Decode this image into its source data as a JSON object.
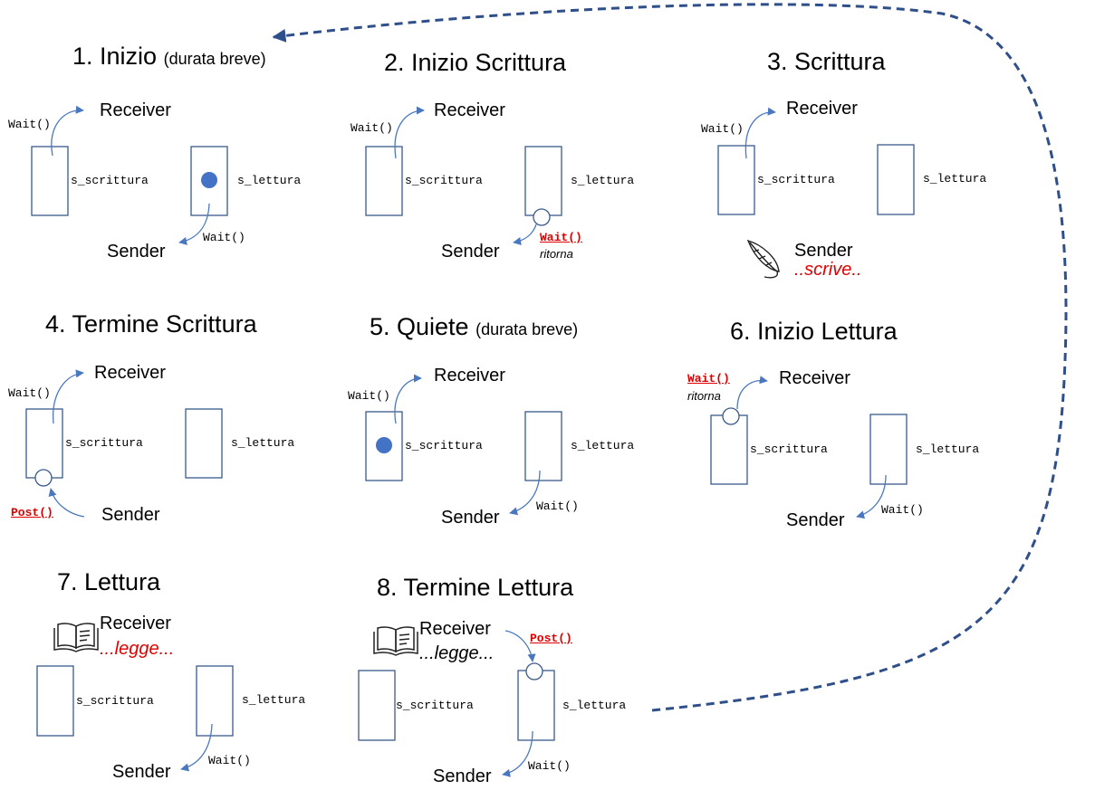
{
  "colors": {
    "stroke": "#3a5a8c",
    "arrow": "#4a78c0",
    "token": "#4472c4",
    "dashed": "#2f4f8a",
    "highlight": "#e00000"
  },
  "icons": [
    "feather-icon",
    "book-icon"
  ],
  "steps": {
    "s1": {
      "title": "1. Inizio",
      "note": "(durata breve)",
      "receiver": "Receiver",
      "sender": "Sender",
      "rwait": "Wait()",
      "swait": "Wait()",
      "sem1": "s_scrittura",
      "sem2": "s_lettura"
    },
    "s2": {
      "title": "2. Inizio Scrittura",
      "receiver": "Receiver",
      "sender": "Sender",
      "rwait": "Wait()",
      "swait": "Wait()",
      "ritorna": "ritorna",
      "sem1": "s_scrittura",
      "sem2": "s_lettura"
    },
    "s3": {
      "title": "3. Scrittura",
      "receiver": "Receiver",
      "sender": "Sender",
      "scrive": "..scrive..",
      "rwait": "Wait()",
      "sem1": "s_scrittura",
      "sem2": "s_lettura"
    },
    "s4": {
      "title": "4. Termine Scrittura",
      "receiver": "Receiver",
      "sender": "Sender",
      "rwait": "Wait()",
      "post": "Post()",
      "sem1": "s_scrittura",
      "sem2": "s_lettura"
    },
    "s5": {
      "title": "5. Quiete",
      "note": "(durata breve)",
      "receiver": "Receiver",
      "sender": "Sender",
      "rwait": "Wait()",
      "swait": "Wait()",
      "sem1": "s_scrittura",
      "sem2": "s_lettura"
    },
    "s6": {
      "title": "6. Inizio Lettura",
      "receiver": "Receiver",
      "sender": "Sender",
      "rwait": "Wait()",
      "ritorna": "ritorna",
      "swait": "Wait()",
      "sem1": "s_scrittura",
      "sem2": "s_lettura"
    },
    "s7": {
      "title": "7. Lettura",
      "receiver": "Receiver",
      "legge": "...legge...",
      "sender": "Sender",
      "swait": "Wait()",
      "sem1": "s_scrittura",
      "sem2": "s_lettura"
    },
    "s8": {
      "title": "8. Termine Lettura",
      "receiver": "Receiver",
      "legge": "...legge...",
      "sender": "Sender",
      "post": "Post()",
      "swait": "Wait()",
      "sem1": "s_scrittura",
      "sem2": "s_lettura"
    }
  }
}
